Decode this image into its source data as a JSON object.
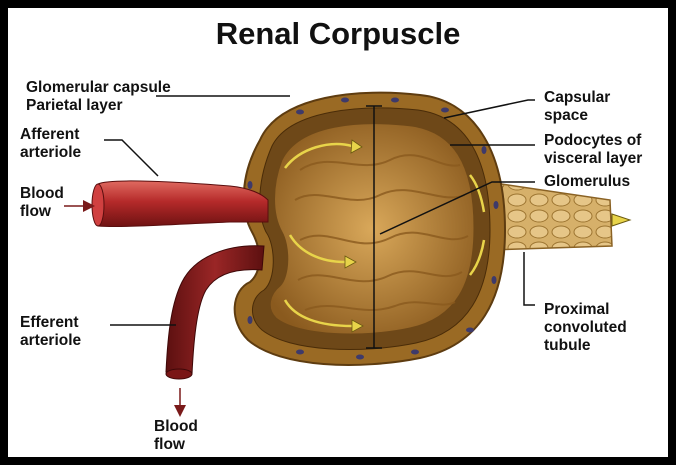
{
  "title": "Renal Corpuscle",
  "labels": {
    "glomerular_capsule": "Glomerular capsule",
    "parietal_layer": "Parietal layer",
    "afferent_1": "Afferent",
    "afferent_2": "arteriole",
    "blood_flow_in_1": "Blood",
    "blood_flow_in_2": "flow",
    "efferent_1": "Efferent",
    "efferent_2": "arteriole",
    "blood_flow_out_1": "Blood",
    "blood_flow_out_2": "flow",
    "capsular_space_1": "Capsular",
    "capsular_space_2": "space",
    "podocytes_1": "Podocytes of",
    "podocytes_2": "visceral layer",
    "glomerulus": "Glomerulus",
    "proximal_1": "Proximal",
    "proximal_2": "convoluted",
    "proximal_3": "tubule"
  },
  "colors": {
    "frame": "#000000",
    "artery": "#b52a2a",
    "capsule": "#b07a2c",
    "glomerulus": "#c8963f",
    "arrows": "#e8d44a"
  }
}
